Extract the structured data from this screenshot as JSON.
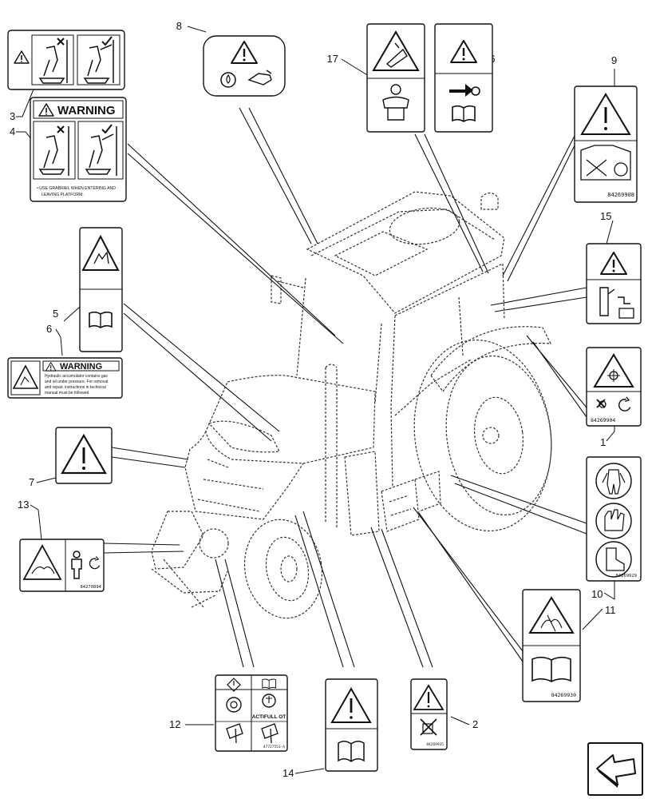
{
  "callouts": {
    "c1": "1",
    "c2": "2",
    "c3": "3",
    "c4": "4",
    "c5": "5",
    "c6": "6",
    "c7": "7",
    "c8": "8",
    "c9": "9",
    "c10": "10",
    "c11": "11",
    "c12": "12",
    "c13": "13",
    "c14": "14",
    "c15": "15",
    "c16": "16",
    "c17": "17"
  },
  "decals": {
    "d4_heading": "WARNING",
    "d4_line1": "• USE GRABRAIL WHEN ENTERING AND",
    "d4_line2": "LEAVING PLATFORM.",
    "d6_heading": "WARNING",
    "d6_line1": "Hydraulic accumulator contains gas",
    "d6_line2": "and oil under pressure. For removal",
    "d6_line3": "and repair, instructions in technical",
    "d6_line4": "manual must be followed.",
    "d9_code": "84269908",
    "d1_code": "84269904",
    "d13_code": "84270894",
    "d11_code": "84269930",
    "d12_label": "ACTIFULL OT",
    "d12_code": "47727553-A",
    "d2_code": "84269935",
    "d10_code": "84269929"
  }
}
